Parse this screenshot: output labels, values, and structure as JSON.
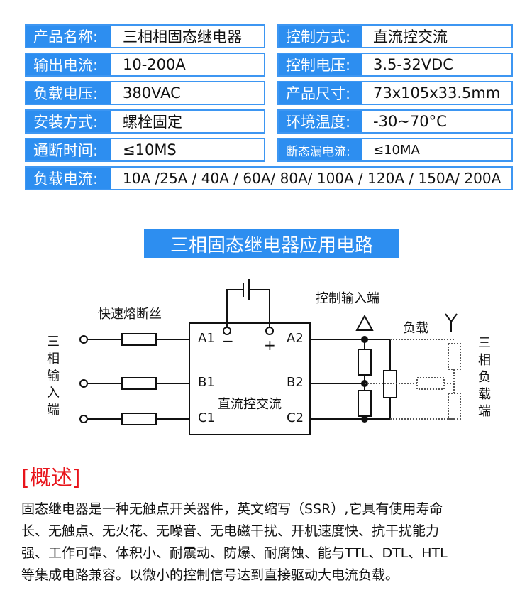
{
  "specs": [
    {
      "label": "产品名称:",
      "value": "三相相固态继电器"
    },
    {
      "label": "控制方式:",
      "value": "直流控交流"
    },
    {
      "label": "输出电流:",
      "value": "10-200A"
    },
    {
      "label": "控制电压:",
      "value": "3.5-32VDC"
    },
    {
      "label": "负载电压:",
      "value": "380VAC"
    },
    {
      "label": "产品尺寸:",
      "value": "73x105x33.5mm"
    },
    {
      "label": "安装方式:",
      "value": "螺栓固定"
    },
    {
      "label": "环境温度:",
      "value": "-30~70°C"
    },
    {
      "label": "通断时间:",
      "value": "≤10MS"
    },
    {
      "label": "断态漏电流:",
      "value": "≤10MA"
    },
    {
      "label": "负载电流:",
      "value": "10A /25A / 40A / 60A/ 80A/ 100A / 120A / 150A/ 200A"
    }
  ],
  "diagram": {
    "title": "三相固态继电器应用电路",
    "fuse_label": "快速熔断丝",
    "control_input_label": "控制输入端",
    "load_label": "负载",
    "delta": "△",
    "wye": "Y",
    "input_side": "三相输入端",
    "load_side": "三相负载端",
    "box_label": "直流控交流",
    "terminals": {
      "a1": "A1",
      "b1": "B1",
      "c1": "C1",
      "a2": "A2",
      "b2": "B2",
      "c2": "C2",
      "minus": "−",
      "plus": "+"
    }
  },
  "overview": {
    "heading": "[概述]",
    "lines": [
      "固态继电器是一种无触点开关器件，英文缩写（SSR）,它具有使用寿命",
      "长、无触点、无火花、无噪音、无电磁干扰、开机速度快、抗干扰能力",
      "强、工作可靠、体积小、耐震动、防爆、耐腐蚀、能与TTL、DTL、HTL",
      "等集成电路兼容。以微小的控制信号达到直接驱动大电流负载。"
    ]
  }
}
